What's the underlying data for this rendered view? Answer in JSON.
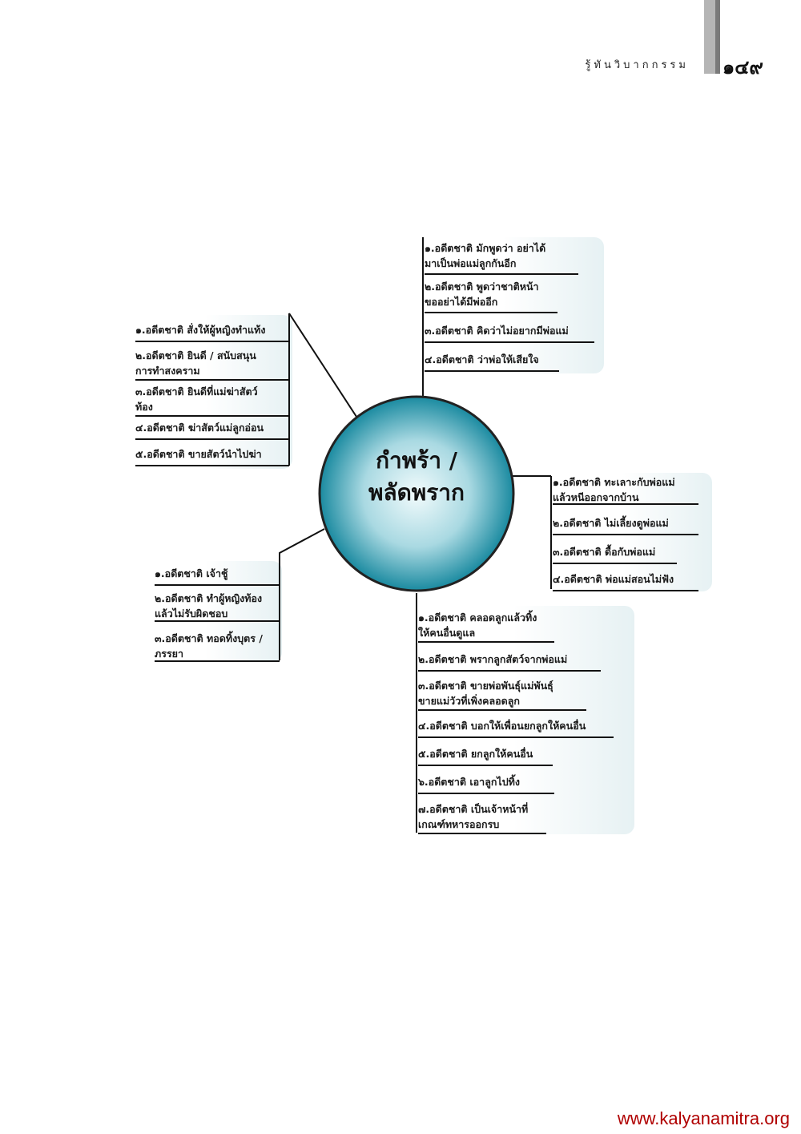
{
  "header": {
    "title": "รู้ทันวิบากกรรม",
    "page_number": "๑๔๙"
  },
  "footer": {
    "url": "www.kalyanamitra.org"
  },
  "center": {
    "label": "กำพร้า /\nพลัดพราก"
  },
  "branches": {
    "top": [
      "๑.อดีตชาติ มักพูดว่า อย่าได้\n มาเป็นพ่อแม่ลูกกันอีก",
      "๒.อดีตชาติ พูดว่าชาติหน้า\n ขออย่าได้มีพ่ออีก",
      "๓.อดีตชาติ คิดว่าไม่อยากมีพ่อแม่",
      "๔.อดีตชาติ ว่าพ่อให้เสียใจ"
    ],
    "left": [
      "๑.อดีตชาติ สั่งให้ผู้หญิงทำแท้ง",
      "๒.อดีตชาติ ยินดี / สนับสนุน\n การทำสงคราม",
      "๓.อดีตชาติ ยินดีที่แม่ฆ่าสัตว์\n ท้อง",
      "๔.อดีตชาติ ฆ่าสัตว์แม่ลูกอ่อน",
      "๕.อดีตชาติ ขายสัตว์นำไปฆ่า"
    ],
    "right": [
      "๑.อดีตชาติ ทะเลาะกับพ่อแม่\n แล้วหนีออกจากบ้าน",
      "๒.อดีตชาติ ไม่เลี้ยงดูพ่อแม่",
      "๓.อดีตชาติ ดื้อกับพ่อแม่",
      "๔.อดีตชาติ พ่อแม่สอนไม่ฟัง"
    ],
    "lower_left": [
      "๑.อดีตชาติ เจ้าชู้",
      "๒.อดีตชาติ ทำผู้หญิงท้อง\n แล้วไม่รับผิดชอบ",
      "๓.อดีตชาติ ทอดทิ้งบุตร /\n ภรรยา"
    ],
    "bottom": [
      "๑.อดีตชาติ คลอดลูกแล้วทิ้ง\n ให้คนอื่นดูแล",
      "๒.อดีตชาติ พรากลูกสัตว์จากพ่อแม่",
      "๓.อดีตชาติ ขายพ่อพันธุ์แม่พันธุ์\n ขายแม่วัวที่เพิ่งคลอดลูก",
      "๔.อดีตชาติ บอกให้เพื่อนยกลูกให้คนอื่น",
      "๕.อดีตชาติ ยกลูกให้คนอื่น",
      "๖.อดีตชาติ เอาลูกไปทิ้ง",
      "๗.อดีตชาติ เป็นเจ้าหน้าที่\n เกณฑ์ทหารออกรบ"
    ]
  },
  "colors": {
    "circle_edge": "#1a8aa0",
    "circle_center": "#f2fbfc",
    "box_tint": "#e6f1f3",
    "footer": "#b00000"
  }
}
